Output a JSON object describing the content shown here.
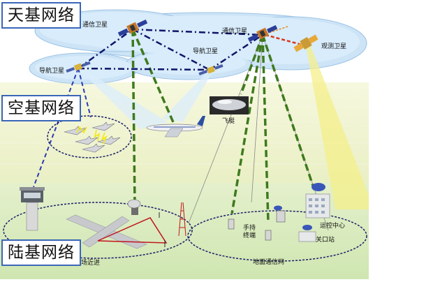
{
  "layers": {
    "space": "天基网络",
    "air": "空基网络",
    "ground": "陆基网络"
  },
  "labels": {
    "comm_sat_left": "通信卫星",
    "comm_sat_right": "通信卫星",
    "obs_sat": "观测卫星",
    "nav_sat_mid": "导航卫星",
    "nav_sat_left": "导航卫星",
    "airship": "飞艇",
    "handheld_terminal": "手持\n终端",
    "ops_center": "运控中心",
    "gateway": "关口站",
    "ground_comm_net": "地面通信网",
    "approach": "场近进"
  },
  "colors": {
    "sky_band": "#eef2c9",
    "ground_band": "#dcefc4",
    "cloud": "#cfe6f7",
    "layer_border": "#3a66b8",
    "green_link": "#3e7a1e",
    "navy_link": "#10146a",
    "blue_link": "#2d3cb0",
    "red_link": "#d8361c",
    "orange_link": "#e88a1f",
    "beam": "#e9e36f"
  }
}
